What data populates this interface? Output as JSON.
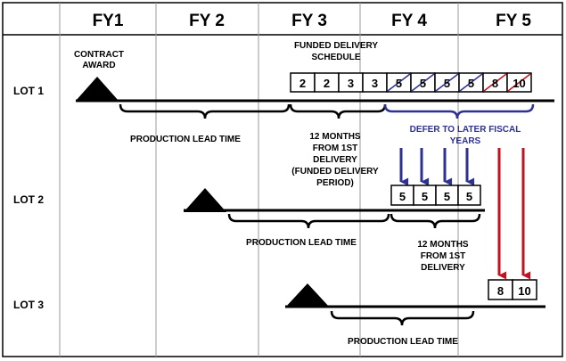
{
  "columns": [
    "FY1",
    "FY 2",
    "FY 3",
    "FY 4",
    "FY 5"
  ],
  "lots": [
    "LOT 1",
    "LOT 2",
    "LOT 3"
  ],
  "labels": {
    "contract_award": [
      "CONTRACT",
      "AWARD"
    ],
    "funded_delivery_schedule": [
      "FUNDED DELIVERY",
      "SCHEDULE"
    ],
    "production_lead_time": "PRODUCTION LEAD TIME",
    "twelve_months_lot1": [
      "12 MONTHS",
      "FROM 1ST",
      "DELIVERY",
      "(FUNDED DELIVERY",
      "PERIOD)"
    ],
    "twelve_months_lot2": [
      "12 MONTHS",
      "FROM 1ST",
      "DELIVERY"
    ],
    "defer": [
      "DEFER TO LATER FISCAL",
      "YEARS"
    ]
  },
  "schedules": {
    "lot1": [
      "2",
      "2",
      "3",
      "3",
      "5",
      "5",
      "5",
      "5",
      "8",
      "10"
    ],
    "lot2": [
      "5",
      "5",
      "5",
      "5"
    ],
    "lot3": [
      "8",
      "10"
    ]
  },
  "colors": {
    "blue": "#2e3192",
    "red": "#c1121f",
    "black": "#000000",
    "grid": "#9a9a9a"
  }
}
